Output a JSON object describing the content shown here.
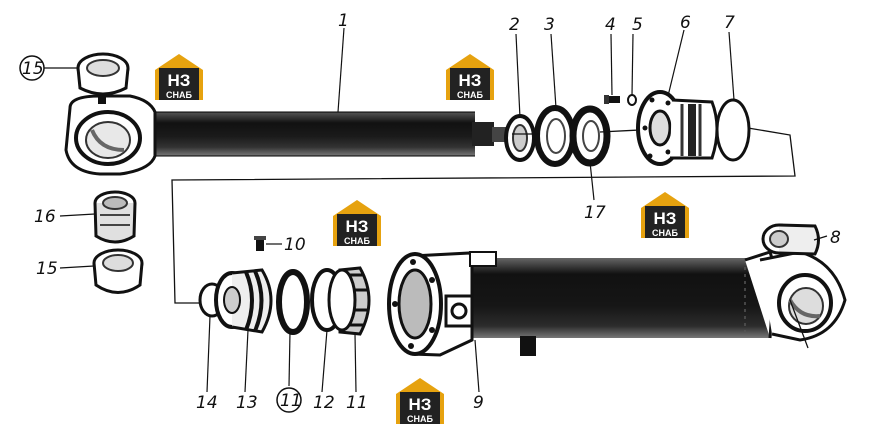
{
  "diagram": {
    "callouts": [
      {
        "id": "c1",
        "text": "1"
      },
      {
        "id": "c2",
        "text": "2"
      },
      {
        "id": "c3",
        "text": "3"
      },
      {
        "id": "c4",
        "text": "4"
      },
      {
        "id": "c5",
        "text": "5"
      },
      {
        "id": "c6",
        "text": "6"
      },
      {
        "id": "c7",
        "text": "7"
      },
      {
        "id": "c8",
        "text": "8"
      },
      {
        "id": "c9",
        "text": "9"
      },
      {
        "id": "c10",
        "text": "10"
      },
      {
        "id": "c11a",
        "text": "11"
      },
      {
        "id": "c11b",
        "text": "11"
      },
      {
        "id": "c12",
        "text": "12"
      },
      {
        "id": "c13",
        "text": "13"
      },
      {
        "id": "c14",
        "text": "14"
      },
      {
        "id": "c15a",
        "text": "15"
      },
      {
        "id": "c15b",
        "text": "15"
      },
      {
        "id": "c16",
        "text": "16"
      },
      {
        "id": "c17",
        "text": "17"
      }
    ],
    "watermark": {
      "logo_text": "НЗ",
      "logo_sub": "СНАБ",
      "color_house": "#e6a20f",
      "color_box": "#222222",
      "count": 5
    },
    "colors": {
      "ink": "#111111",
      "paper": "#ffffff"
    }
  }
}
